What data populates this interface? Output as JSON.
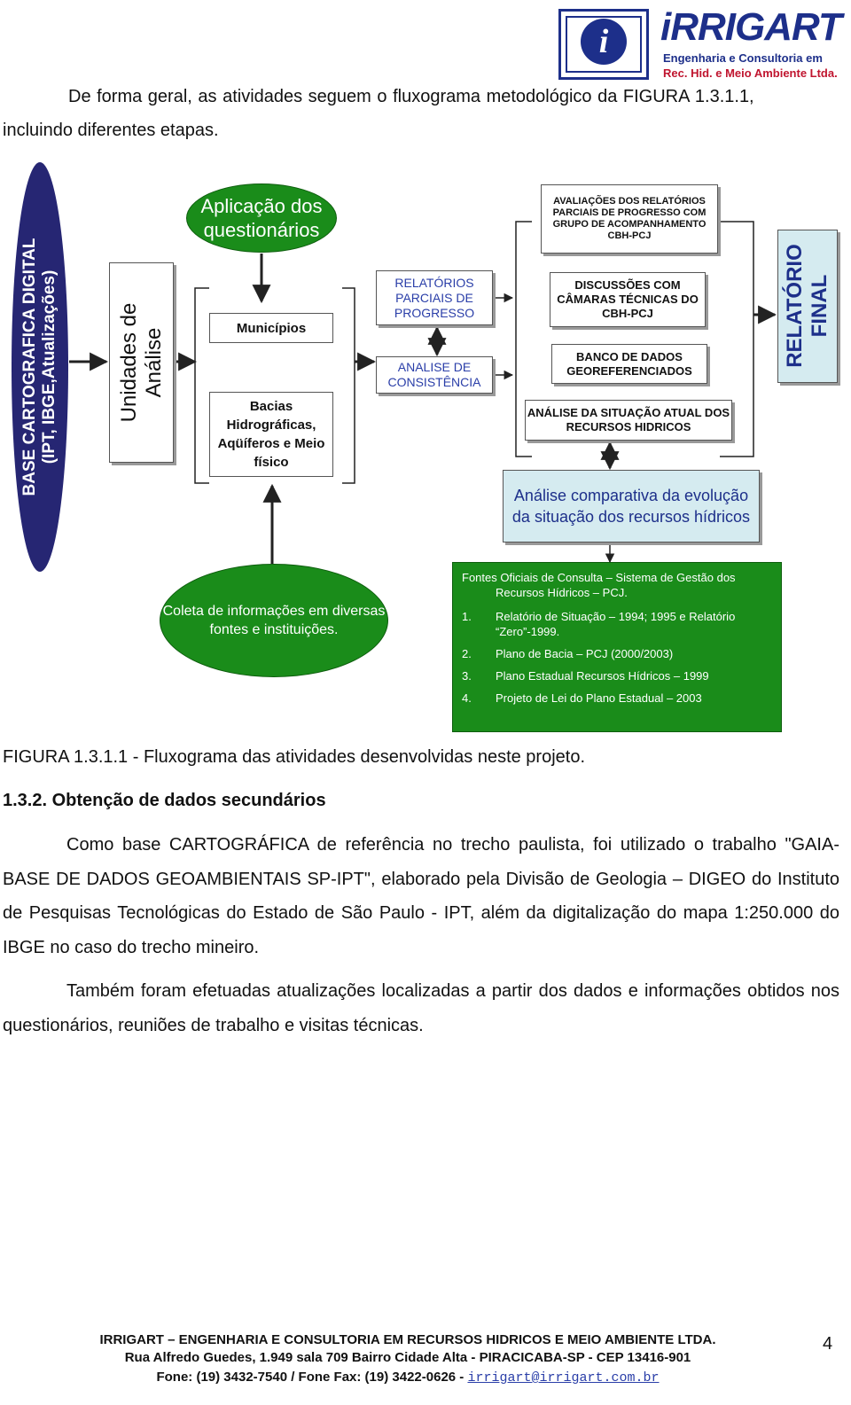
{
  "header": {
    "logo_letter": "i",
    "logo_name": "iRRIGART",
    "logo_sub1": "Engenharia e Consultoria em",
    "logo_sub2": "Rec. Hid. e Meio Ambiente Ltda.",
    "brand_blue": "#1d2f8a",
    "brand_red": "#c0152f"
  },
  "intro": {
    "line1": "De forma geral, as atividades seguem o fluxograma metodológico da FIGURA 1.3.1.1,",
    "line2": "incluindo diferentes etapas."
  },
  "flowchart": {
    "base_line1": "BASE CARTOGRAFICA DIGITAL",
    "base_line2": "(IPT, IBGE,Atualizações)",
    "unidades_line1": "Unidades de",
    "unidades_line2": "Análise",
    "aplicacao": "Aplicação dos questionários",
    "municipios": "Municípios",
    "bacias": "Bacias Hidrográficas, Aqüíferos e Meio físico",
    "relatorios_parciais": "RELATÓRIOS PARCIAIS DE PROGRESSO",
    "analise_consistencia": "ANALISE DE CONSISTÊNCIA",
    "avaliacoes": "AVALIAÇÕES DOS RELATÓRIOS PARCIAIS DE PROGRESSO COM GRUPO DE ACOMPANHAMENTO CBH-PCJ",
    "discussoes": "DISCUSSÕES COM CÂMARAS TÉCNICAS DO CBH-PCJ",
    "banco": "BANCO DE DADOS GEOREFERENCIADOS",
    "analise_situacao": "ANÁLISE DA SITUAÇÃO ATUAL DOS RECURSOS HIDRICOS",
    "relatorio_final_line1": "RELATÓRIO",
    "relatorio_final_line2": "FINAL",
    "analise_comparativa": "Análise comparativa da evolução da situação dos recursos hídricos",
    "coleta": "Coleta de informações em diversas fontes e instituições.",
    "fontes_header": "Fontes Oficiais de Consulta – Sistema de Gestão dos Recursos Hídricos – PCJ.",
    "fontes_items": [
      {
        "num": "1.",
        "text": "Relatório de Situação – 1994; 1995 e Relatório “Zero”-1999."
      },
      {
        "num": "2.",
        "text": "Plano de Bacia – PCJ (2000/2003)"
      },
      {
        "num": "3.",
        "text": "Plano Estadual Recursos Hídricos – 1999"
      },
      {
        "num": "4.",
        "text": "Projeto de Lei do Plano Estadual – 2003"
      }
    ],
    "colors": {
      "navy": "#262673",
      "green": "#1a8c1a",
      "light_blue": "#d5ebf0",
      "blue_text": "#2a3ea8"
    }
  },
  "caption": "FIGURA 1.3.1.1 - Fluxograma das atividades desenvolvidas neste projeto.",
  "section": {
    "heading": "1.3.2. Obtenção de dados secundários",
    "paragraph1": "Como base CARTOGRÁFICA de referência no trecho paulista, foi utilizado o trabalho \"GAIA-BASE DE DADOS GEOAMBIENTAIS SP-IPT\", elaborado pela Divisão de Geologia – DIGEO do Instituto de Pesquisas Tecnológicas do Estado de São Paulo - IPT, além da digitalização do mapa 1:250.000 do IBGE no caso do trecho mineiro.",
    "paragraph2": "Também foram efetuadas atualizações localizadas a partir dos dados e informações obtidos nos questionários, reuniões de trabalho e visitas técnicas."
  },
  "footer": {
    "line1": "IRRIGART – ENGENHARIA E CONSULTORIA EM RECURSOS HIDRICOS E MEIO AMBIENTE LTDA.",
    "line2": "Rua Alfredo Guedes, 1.949 sala 709 Bairro Cidade Alta - PIRACICABA-SP - CEP 13416-901",
    "line3": "Fone: (19) 3432-7540 / Fone Fax: (19) 3422-0626 -",
    "email": "irrigart@irrigart.com.br",
    "page_number": "4"
  }
}
